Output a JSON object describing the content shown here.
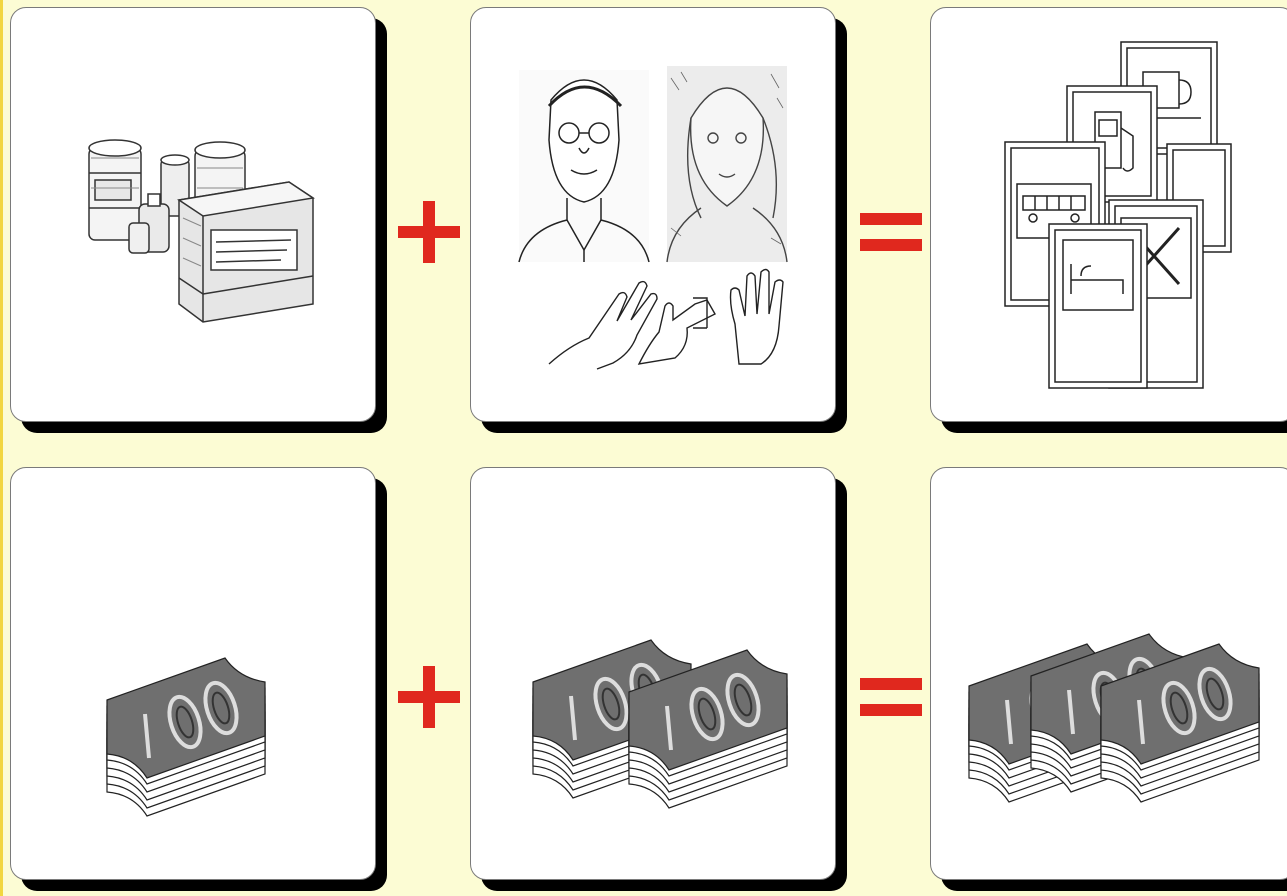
{
  "colors": {
    "background": "#fcfcd4",
    "border_accent": "#f2d640",
    "card": "#ffffff",
    "card_shadow": "#000000",
    "operator": "#e0281e",
    "banknote": "#6f6f6f"
  },
  "rows": [
    {
      "cards": [
        {
          "icon": "goods-crates-and-drums-icon"
        },
        {
          "icon": "people-and-hands-icon"
        },
        {
          "icon": "service-signs-icon"
        }
      ],
      "operators": [
        "plus-icon",
        "equals-icon"
      ]
    },
    {
      "cards": [
        {
          "icon": "money-stack-icon",
          "stacks": 1
        },
        {
          "icon": "money-stacks-icon",
          "stacks": 2
        },
        {
          "icon": "money-stacks-icon",
          "stacks": 3
        }
      ],
      "operators": [
        "plus-icon",
        "equals-icon"
      ]
    }
  ]
}
